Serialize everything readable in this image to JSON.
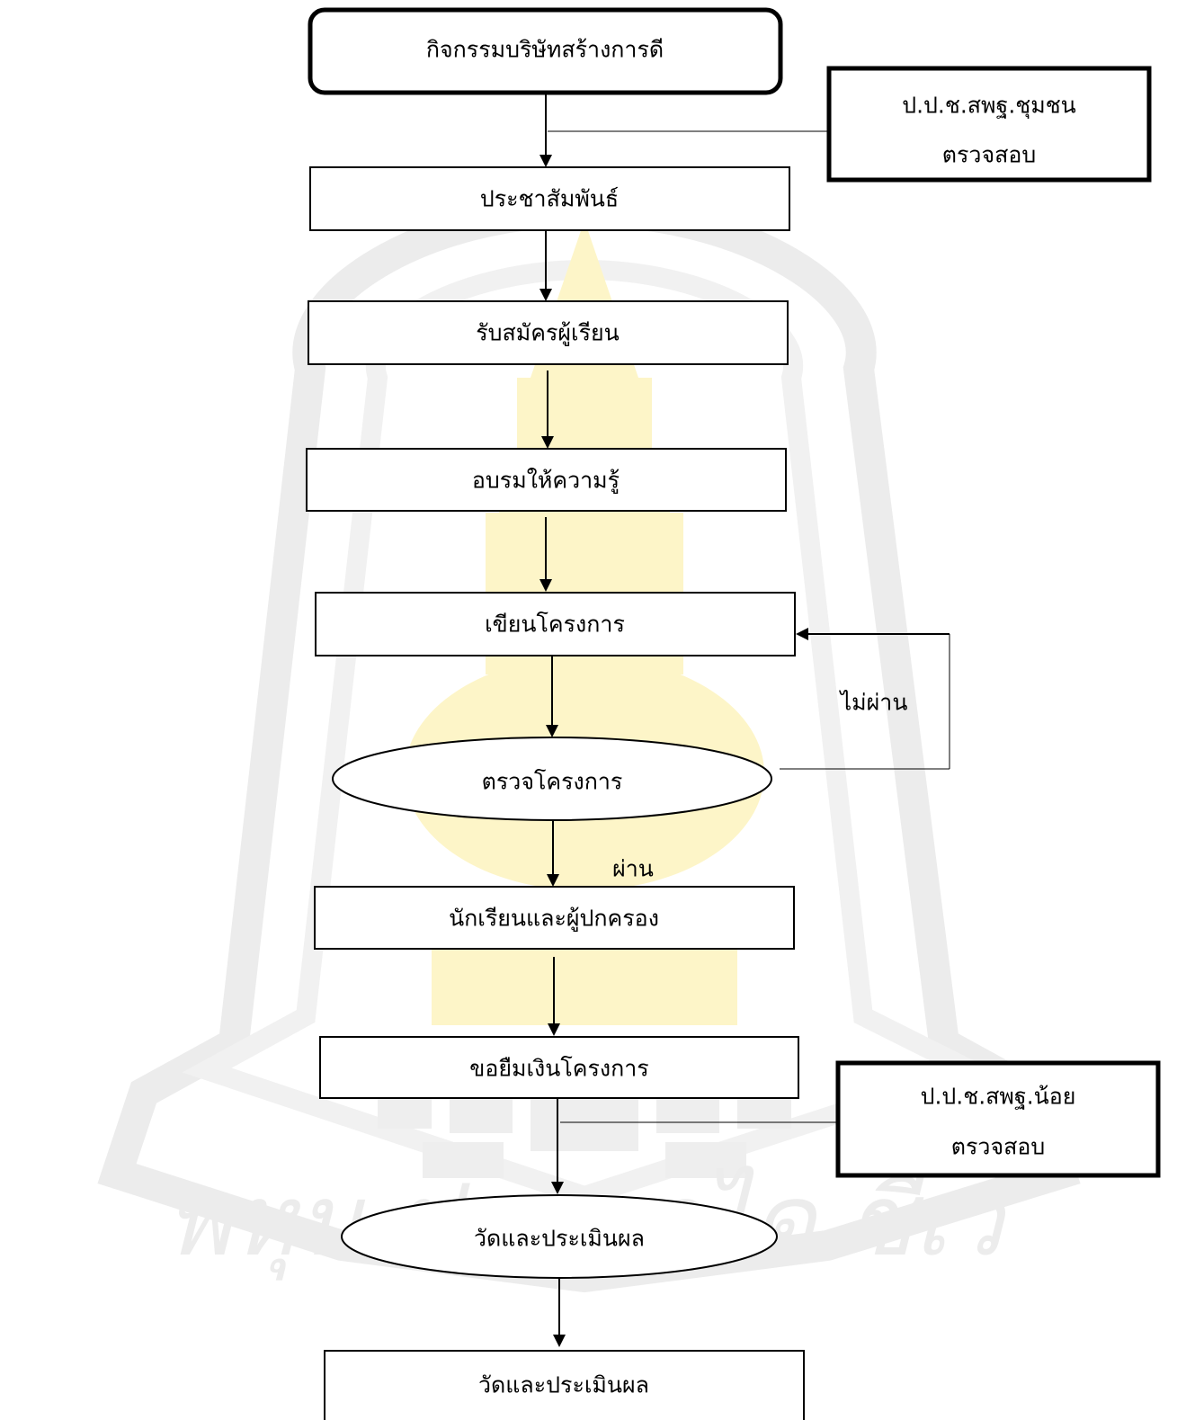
{
  "watermark": {
    "text": "พหุน ปณ ดาได ชีเว",
    "colors": {
      "gray": "#ececec",
      "yellow": "#fdf5c8"
    }
  },
  "nodes": {
    "start": "กิจกรรมบริษัทสร้างการดี",
    "side_top_line1": "ป.ป.ช.สพฐ.ชุมชน",
    "side_top_line2": "ตรวจสอบ",
    "publicize": "ประชาสัมพันธ์",
    "register": "รับสมัครผู้เรียน",
    "train": "อบรมให้ความรู้",
    "write_project": "เขียนโครงการ",
    "fail_label": "ไม่ผ่าน",
    "check_project": "ตรวจโครงการ",
    "pass_label": "ผ่าน",
    "students_parents": "นักเรียนและผู้ปกครอง",
    "borrow_money": "ขอยืมเงินโครงการ",
    "side_bottom_line1": "ป.ป.ช.สพฐ.น้อย",
    "side_bottom_line2": "ตรวจสอบ",
    "evaluate_ellipse": "วัดและประเมินผล",
    "evaluate_box": "วัดและประเมินผล"
  }
}
